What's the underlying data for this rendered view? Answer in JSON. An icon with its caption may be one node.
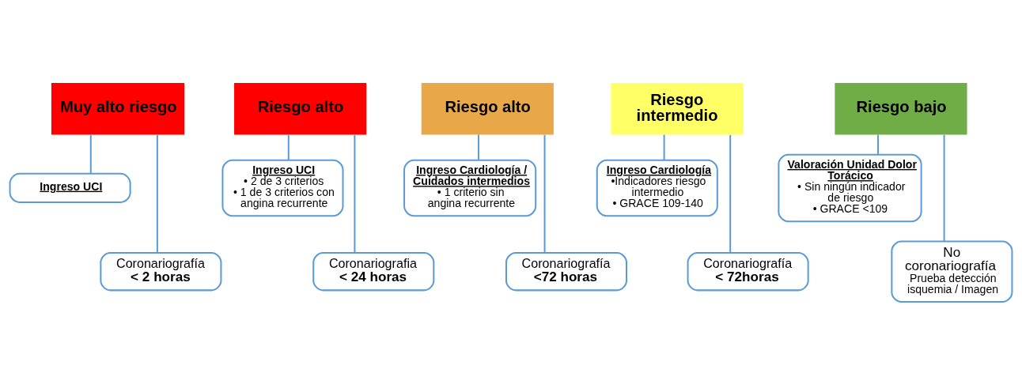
{
  "diagram": {
    "nodes": [
      {
        "text": [
          "Muy alto riesgo"
        ]
      },
      {
        "text": [
          "Ingreso UCI"
        ]
      },
      {
        "text": [
          "Coronariografía",
          "< 2 horas"
        ]
      },
      {
        "text": [
          "Riesgo alto"
        ]
      },
      {
        "text": [
          "Ingreso UCI",
          "• 2 de 3 criterios",
          "• 1 de 3 criterios con angina recurrente"
        ]
      },
      {
        "text": [
          "Coronariografia",
          "< 24 horas"
        ]
      },
      {
        "text": [
          "Riesgo alto"
        ]
      },
      {
        "text": [
          "Ingreso Cardiología / Cuidados intermedios",
          "• 1 criterio sin angina recurrente"
        ]
      },
      {
        "text": [
          "Coronariografía",
          "<72 horas"
        ]
      },
      {
        "text": [
          "Riesgo intermedio"
        ]
      },
      {
        "text": [
          "Ingreso Cardiología",
          "•Indicadores riesgo intermedio",
          "• GRACE 109-140"
        ]
      },
      {
        "text": [
          "Coronariografía",
          "< 72horas"
        ]
      },
      {
        "text": [
          "Riesgo bajo"
        ]
      },
      {
        "text": [
          "Valoración Unidad Dolor Torácico",
          "• Sin ningún indicador de riesgo",
          "• GRACE <109"
        ]
      },
      {
        "text": [
          "No coronariografía",
          "Prueba detección isquemia / Imagen"
        ]
      }
    ],
    "edges": [
      {
        "from": 0,
        "to": 1,
        "arrow": "none"
      },
      {
        "from": 0,
        "to": 2,
        "arrow": "none"
      },
      {
        "from": 3,
        "to": 4,
        "arrow": "none"
      },
      {
        "from": 3,
        "to": 5,
        "arrow": "none"
      },
      {
        "from": 6,
        "to": 7,
        "arrow": "none"
      },
      {
        "from": 6,
        "to": 8,
        "arrow": "none"
      },
      {
        "from": 9,
        "to": 10,
        "arrow": "none"
      },
      {
        "from": 9,
        "to": 11,
        "arrow": "none"
      },
      {
        "from": 12,
        "to": 13,
        "arrow": "none"
      },
      {
        "from": 12,
        "to": 14,
        "arrow": "none"
      }
    ]
  }
}
